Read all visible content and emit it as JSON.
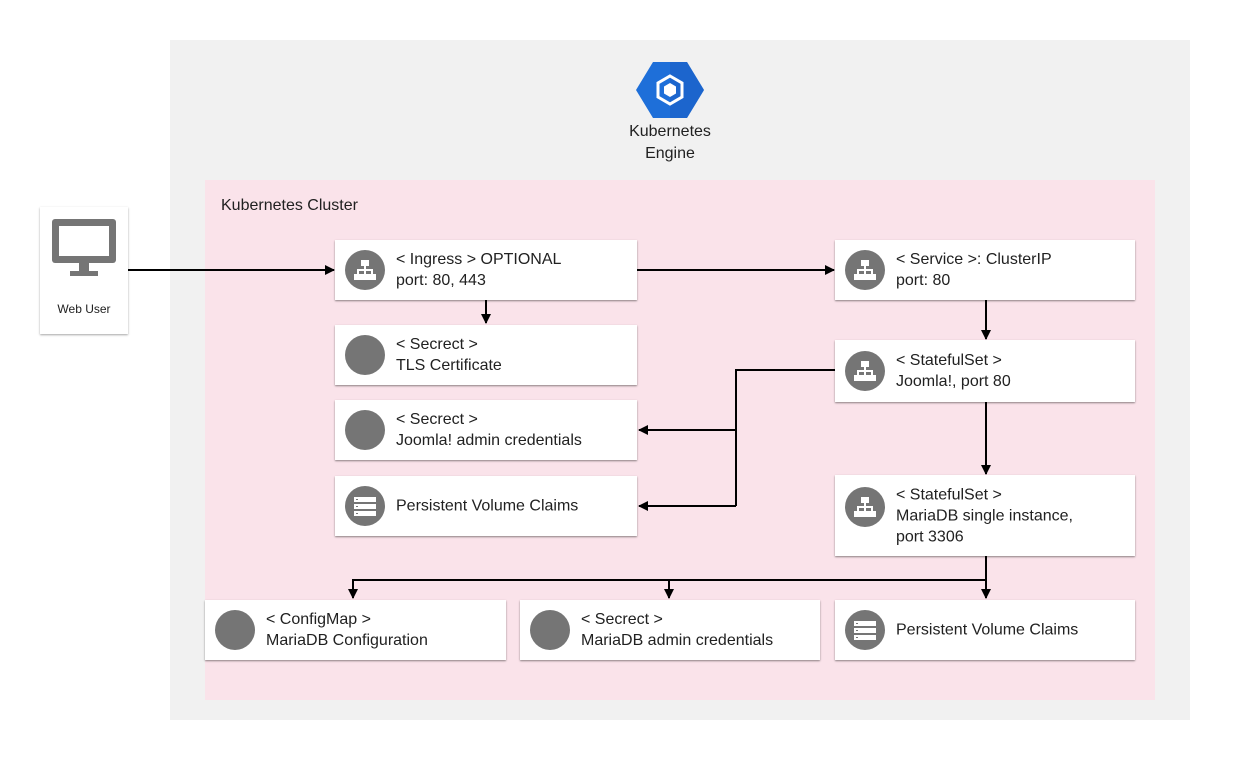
{
  "gke": {
    "label_line1": "Kubernetes",
    "label_line2": "Engine"
  },
  "cluster": {
    "label": "Kubernetes Cluster"
  },
  "web_user": {
    "label": "Web User"
  },
  "nodes": {
    "ingress": {
      "line1": "< Ingress > OPTIONAL",
      "line2": "port: 80, 443",
      "icon": "network-icon"
    },
    "secret_tls": {
      "line1": "< Secrect >",
      "line2": "TLS Certificate",
      "icon": "circle-icon"
    },
    "secret_joomla": {
      "line1": "< Secrect >",
      "line2": "Joomla! admin credentials",
      "icon": "circle-icon"
    },
    "pvc_joomla": {
      "line1": "Persistent Volume Claims",
      "icon": "storage-icon"
    },
    "service": {
      "line1": "< Service >: ClusterIP",
      "line2": "port: 80",
      "icon": "network-icon"
    },
    "statefulset_joomla": {
      "line1": "< StatefulSet >",
      "line2": "Joomla!, port 80",
      "icon": "network-icon"
    },
    "statefulset_mariadb": {
      "line1": "< StatefulSet >",
      "line2": "MariaDB single instance,",
      "line3": "port 3306",
      "icon": "network-icon"
    },
    "configmap": {
      "line1": "< ConfigMap >",
      "line2": "MariaDB Configuration",
      "icon": "circle-icon"
    },
    "secret_mariadb": {
      "line1": "< Secrect >",
      "line2": "MariaDB admin credentials",
      "icon": "circle-icon"
    },
    "pvc_mariadb": {
      "line1": "Persistent Volume Claims",
      "icon": "storage-icon"
    }
  },
  "colors": {
    "gcp_area": "#f1f1f1",
    "cluster_area": "#fae3ea",
    "icon_gray": "#757575",
    "gke_blue": "#1a73e8",
    "connector": "#000000"
  }
}
